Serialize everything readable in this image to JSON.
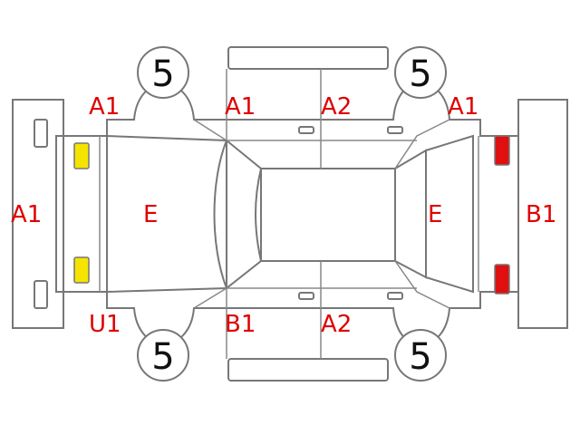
{
  "tire_labels": {
    "front_left": "5",
    "front_right": "5",
    "rear_left": "5",
    "rear_right": "5"
  },
  "damage_codes": {
    "front_bumper": "A1",
    "front_left_fender": "A1",
    "front_left_door": "A1",
    "rear_left_door": "A2",
    "rear_left_quarter": "A1",
    "hood": "E",
    "trunk": "E",
    "rear_bumper": "B1",
    "front_right_fender": "U1",
    "front_right_door": "B1",
    "rear_right_door": "A2"
  },
  "colors": {
    "code_text": "#e00000",
    "front_light": "#f5e400",
    "rear_light": "#e01010",
    "outline": "#777777"
  }
}
